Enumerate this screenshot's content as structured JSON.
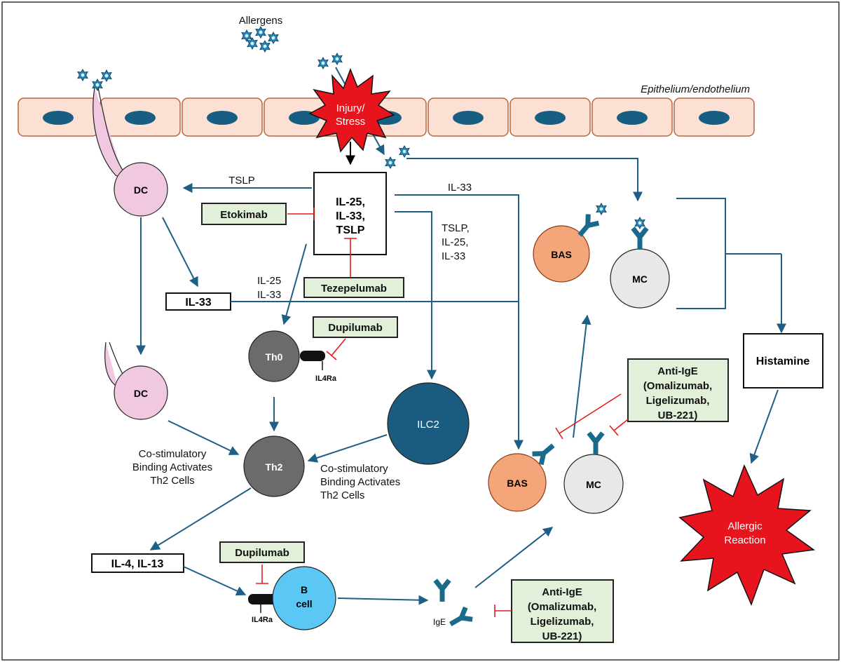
{
  "allergens_label": "Allergens",
  "epithelium_label": "Epithelium/endothelium",
  "injury_label_1": "Injury/",
  "injury_label_2": "Stress",
  "cytokines_1": "IL-25,",
  "cytokines_2": "IL-33,",
  "cytokines_3": "TSLP",
  "tslp_label": "TSLP",
  "il33_label": "IL-33",
  "tslp_il25_il33_1": "TSLP,",
  "tslp_il25_il33_2": "IL-25,",
  "tslp_il25_il33_3": "IL-33",
  "il25_il33_1": "IL-25",
  "il25_il33_2": "IL-33",
  "il33_box": "IL-33",
  "il4_il13_box": "IL-4, IL-13",
  "histamine": "Histamine",
  "allergic_1": "Allergic",
  "allergic_2": "Reaction",
  "drugs": {
    "etokimab": "Etokimab",
    "tezepelumab": "Tezepelumab",
    "dupilumab_top": "Dupilumab",
    "dupilumab_bottom": "Dupilumab",
    "anti_ige_mid": [
      "Anti-IgE",
      "(Omalizumab,",
      "Ligelizumab,",
      "UB-221)"
    ],
    "anti_ige_bottom": [
      "Anti-IgE",
      "(Omalizumab,",
      "Ligelizumab,",
      "UB-221)"
    ]
  },
  "cells": {
    "dc": "DC",
    "dc2": "DC",
    "th0": "Th0",
    "th2": "Th2",
    "ilc2": "ILC2",
    "bas_top": "BAS",
    "mc_top": "MC",
    "bas_bottom": "BAS",
    "mc_bottom": "MC",
    "bcell_1": "B",
    "bcell_2": "cell"
  },
  "il4ra_top": "IL4Ra",
  "il4ra_bottom": "IL4Ra",
  "ige_label": "IgE",
  "costim_left": [
    "Co-stimulatory",
    "Binding Activates",
    "Th2 Cells"
  ],
  "costim_right": [
    "Co-stimulatory",
    "Binding Activates",
    "Th2 Cells"
  ],
  "colors": {
    "arrow": "#1f5f85",
    "inhibit": "#e31b1b",
    "drug_fill": "#e2efd9",
    "epithelial_fill": "#fbe0d3",
    "nucleus": "#175f82",
    "dc_fill": "#f0c8df",
    "th_fill": "#6b6b6b",
    "ilc2_fill": "#1a5c80",
    "bas_fill": "#f4a57a",
    "mc_fill": "#e8e8e8",
    "bcell_fill": "#5bc7f5",
    "burst_fill": "#e8141d"
  }
}
